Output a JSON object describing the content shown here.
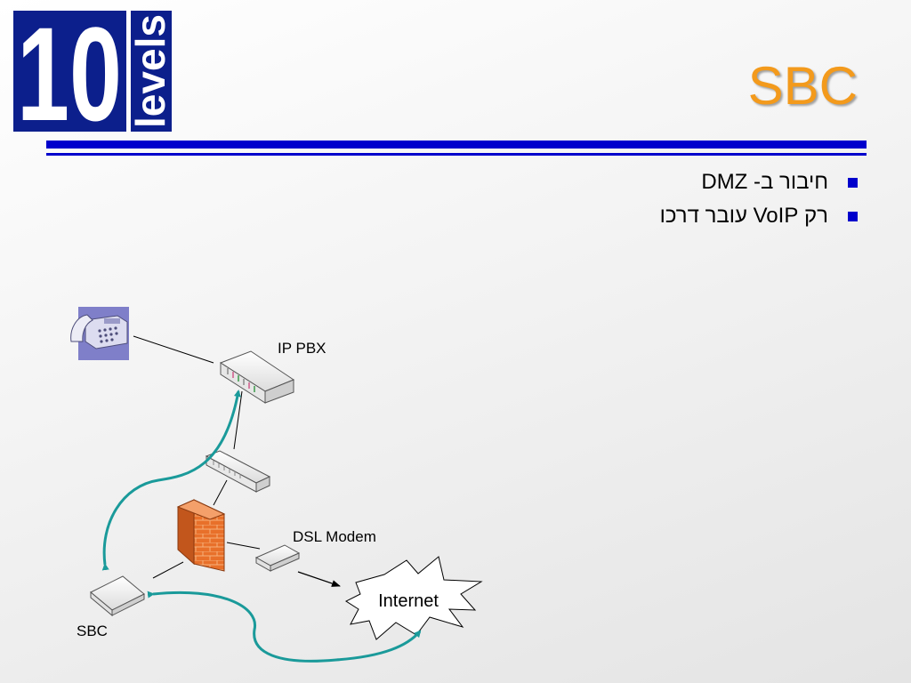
{
  "logo": {
    "number": "10",
    "word": "levels"
  },
  "slide": {
    "title": "SBC"
  },
  "bullets": [
    {
      "text": "חיבור ב- DMZ"
    },
    {
      "text": "רק VoIP עובר דרכו"
    }
  ],
  "diagram": {
    "ip_pbx_label": "IP PBX",
    "dsl_modem_label": "DSL Modem",
    "internet_label": "Internet",
    "sbc_label": "SBC"
  },
  "colors": {
    "title": "#f39a1c",
    "rule": "#0000cc",
    "logo_blue": "#0c1f8c",
    "flow_arrow": "#1a9a9a",
    "firewall": "#e8702a"
  },
  "icons": [
    "ip-phone-icon",
    "ip-pbx-icon",
    "switch-icon",
    "firewall-icon",
    "dsl-modem-icon",
    "sbc-icon",
    "internet-cloud-icon"
  ]
}
